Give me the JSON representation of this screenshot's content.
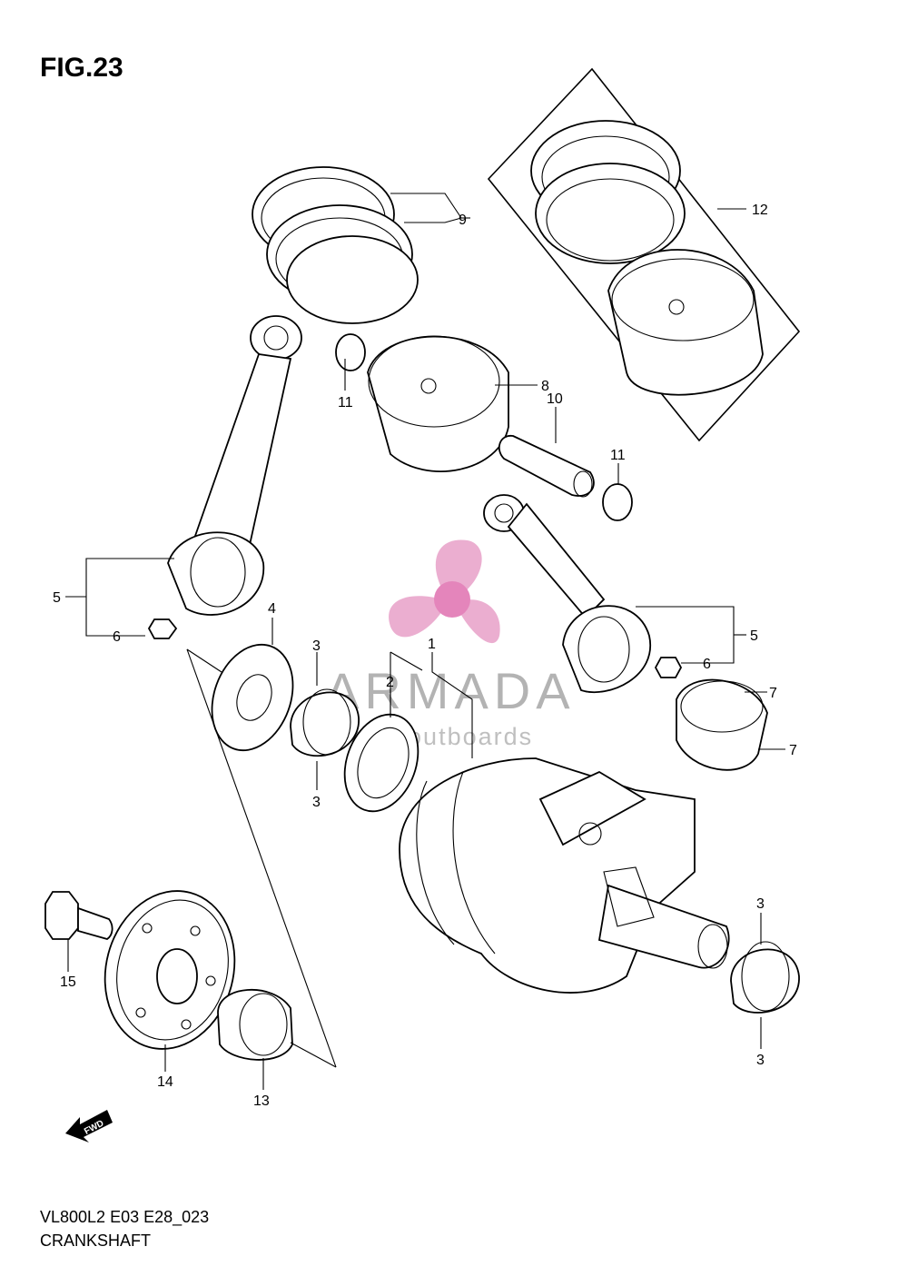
{
  "figure": {
    "title": "FIG.23",
    "model_code": "VL800L2 E03 E28_023",
    "section_name": "CRANKSHAFT"
  },
  "watermark": {
    "name": "ARMADA",
    "tagline": "marine outboards",
    "logo_color": "#e8a0c8",
    "logo_center_color": "#e070b0"
  },
  "fwd_label": "FWD",
  "callouts": {
    "c1": "1",
    "c2": "2",
    "c3a": "3",
    "c3b": "3",
    "c3c": "3",
    "c3d": "3",
    "c4": "4",
    "c5a": "5",
    "c5b": "5",
    "c6a": "6",
    "c6b": "6",
    "c7a": "7",
    "c7b": "7",
    "c8": "8",
    "c9": "9",
    "c10": "10",
    "c11a": "11",
    "c11b": "11",
    "c12": "12",
    "c13": "13",
    "c14": "14",
    "c15": "15"
  }
}
